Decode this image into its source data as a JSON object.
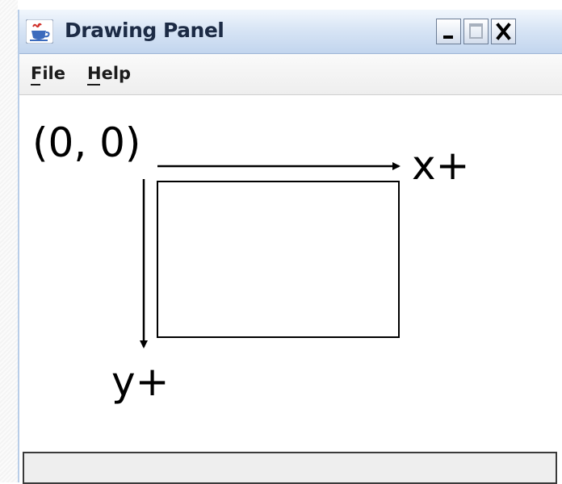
{
  "window": {
    "title": "Drawing Panel",
    "minimize_label": "_",
    "close_label": "X"
  },
  "menu": {
    "items": [
      "File",
      "Help"
    ]
  },
  "drawing": {
    "origin_label": "(0, 0)",
    "x_axis_label": "x+",
    "y_axis_label": "y+"
  },
  "status_bar": {
    "text": ""
  }
}
